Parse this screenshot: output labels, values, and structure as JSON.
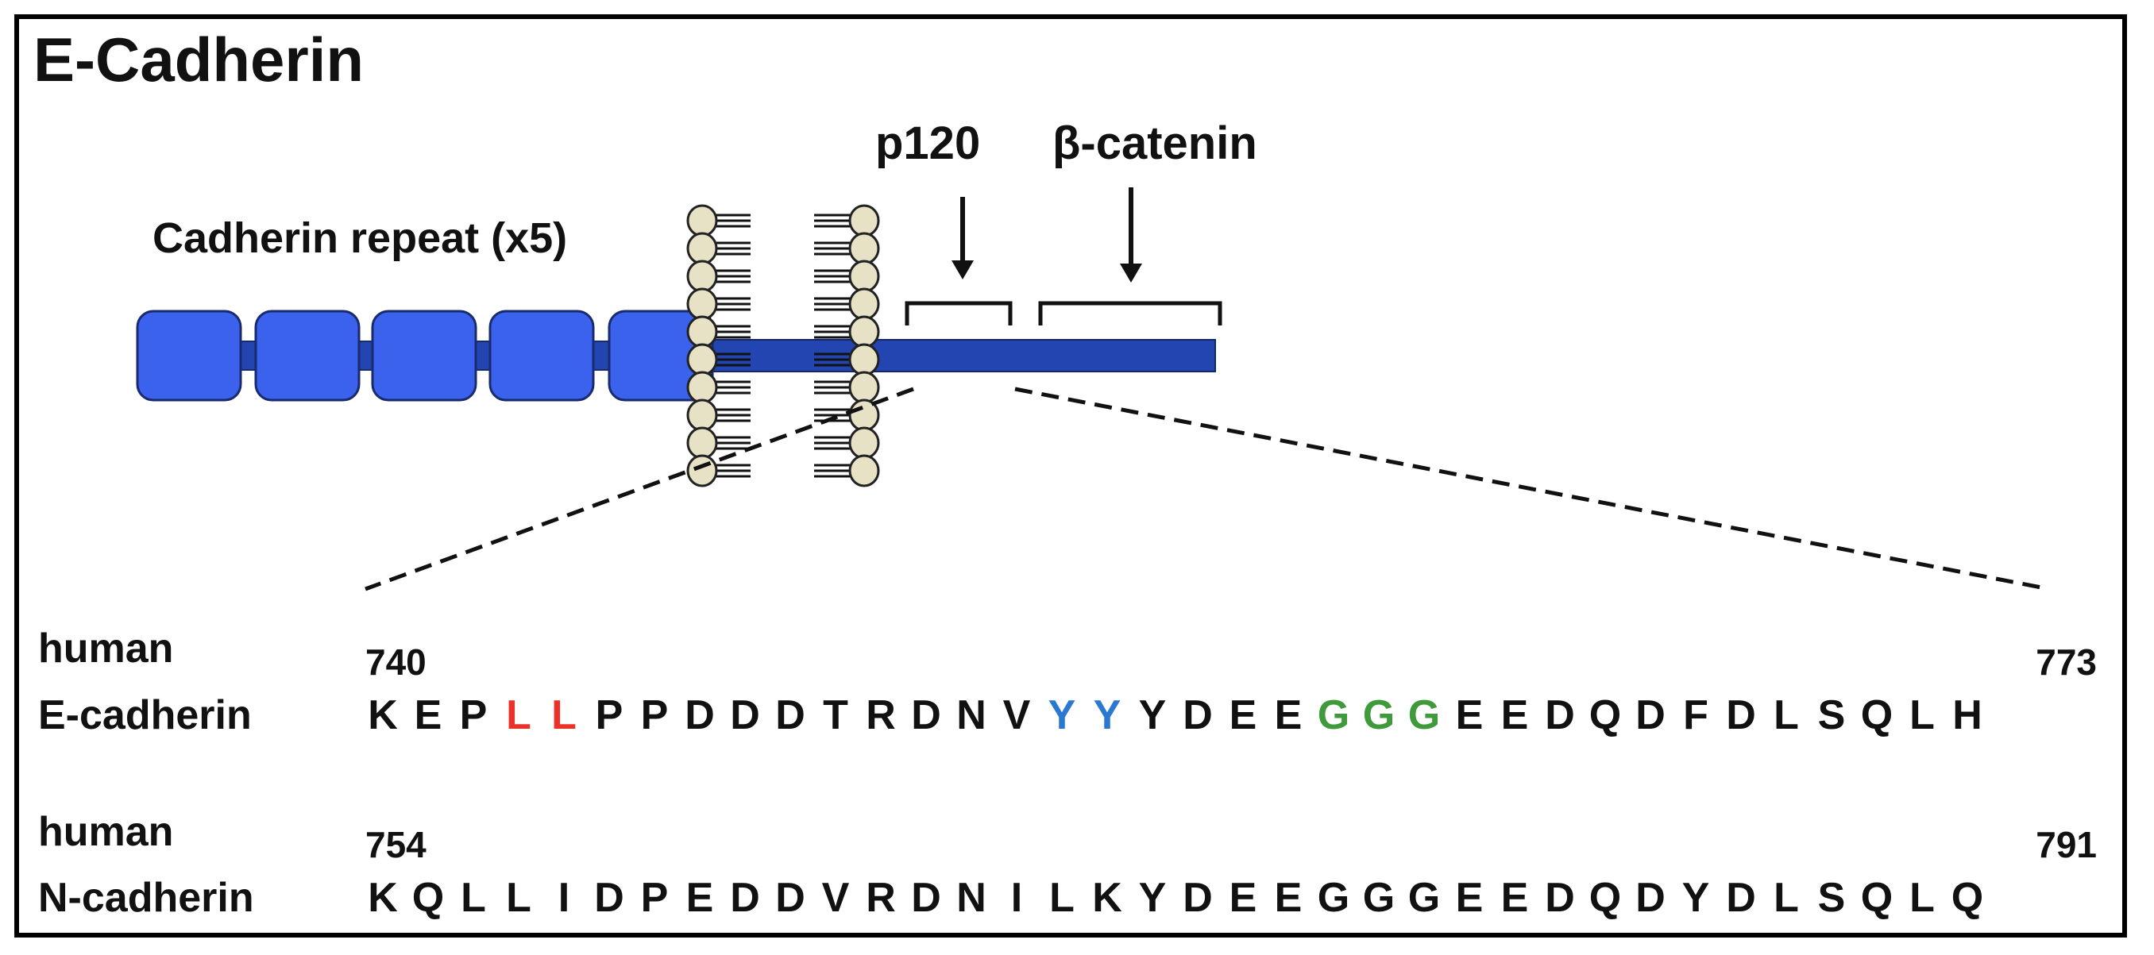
{
  "title": "E-Cadherin",
  "labels": {
    "repeat": "Cadherin repeat (x5)",
    "p120": "p120",
    "beta_catenin": "β-catenin"
  },
  "colors": {
    "domain_fill": "#3b62ec",
    "domain_stroke": "#1a2a6e",
    "tail": "#2345b2",
    "lipid_head": "#e7e2c6",
    "highlight_red": "#e8322a",
    "highlight_blue": "#2a78d2",
    "highlight_green": "#3e9a3a"
  },
  "sequences": [
    {
      "species": "human",
      "protein": "E-cadherin",
      "start": "740",
      "end": "773",
      "residues": [
        "K",
        "E",
        "P",
        "L",
        "L",
        "P",
        "P",
        "D",
        "D",
        "D",
        "T",
        "R",
        "D",
        "N",
        "V",
        "Y",
        "Y",
        "Y",
        "D",
        "E",
        "E",
        "G",
        "G",
        "G",
        "E",
        "E",
        "D",
        "Q",
        "D",
        "F",
        "D",
        "L",
        "S",
        "Q",
        "L",
        "H"
      ],
      "highlight_colors": {
        "3": "highlight_red",
        "4": "highlight_red",
        "15": "highlight_blue",
        "16": "highlight_blue",
        "21": "highlight_green",
        "22": "highlight_green",
        "23": "highlight_green"
      }
    },
    {
      "species": "human",
      "protein": "N-cadherin",
      "start": "754",
      "end": "791",
      "residues": [
        "K",
        "Q",
        "L",
        "L",
        "I",
        "D",
        "P",
        "E",
        "D",
        "D",
        "V",
        "R",
        "D",
        "N",
        "I",
        "L",
        "K",
        "Y",
        "D",
        "E",
        "E",
        "G",
        "G",
        "G",
        "E",
        "E",
        "D",
        "Q",
        "D",
        "Y",
        "D",
        "L",
        "S",
        "Q",
        "L",
        "Q"
      ],
      "highlight_colors": {}
    }
  ]
}
